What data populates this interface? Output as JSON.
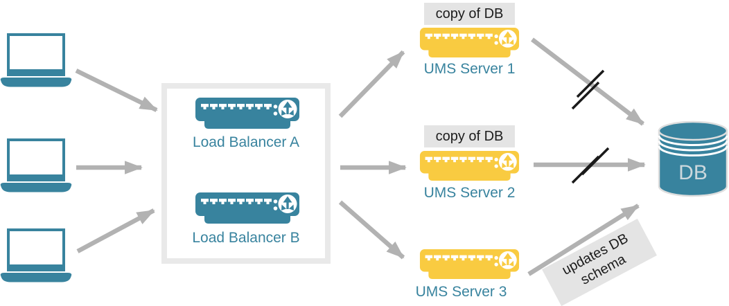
{
  "colors": {
    "teal": "#38839e",
    "yellow": "#f9cb41",
    "arrow": "#b2b2b2",
    "slash": "#1a1a1a",
    "label-bg": "#e4e4e4",
    "box-border": "#e9e9e9",
    "text-dark": "#1c1c1c",
    "db-text": "#ccd8dd"
  },
  "diagram": {
    "load_balancer_a_label": "Load Balancer A",
    "load_balancer_b_label": "Load Balancer B",
    "ums_servers": [
      {
        "label": "UMS Server 1",
        "badge": "copy of DB"
      },
      {
        "label": "UMS Server 2",
        "badge": "copy of DB"
      },
      {
        "label": "UMS Server 3"
      }
    ],
    "database_label": "DB",
    "annotation": "updates DB schema",
    "icons": {
      "client": "laptop-icon",
      "load_balancer": "rack-server-branch-icon",
      "ums_server": "rack-server-branch-icon",
      "database": "db-cylinder-icon",
      "broken_link": "double-slash-break-mark"
    }
  }
}
